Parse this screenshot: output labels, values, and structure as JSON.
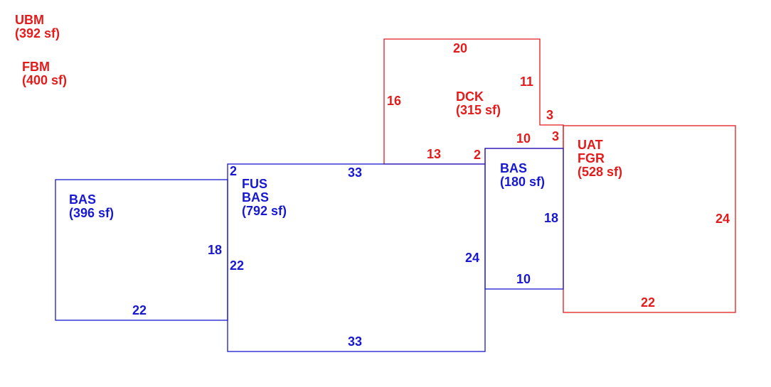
{
  "colors": {
    "red": "#e31b1b",
    "blue": "#1818d0",
    "background": "#ffffff"
  },
  "summary": {
    "ubm": {
      "code": "UBM",
      "area": "(392 sf)"
    },
    "fbm": {
      "code": "FBM",
      "area": "(400 sf)"
    }
  },
  "areas": {
    "bas_left": {
      "code": "BAS",
      "area": "(396 sf)"
    },
    "fus_bas": {
      "code1": "FUS",
      "code2": "BAS",
      "area": "(792 sf)"
    },
    "bas_small": {
      "code": "BAS",
      "area": "(180 sf)"
    },
    "dck": {
      "code": "DCK",
      "area": "(315 sf)"
    },
    "uat_fgr": {
      "code1": "UAT",
      "code2": "FGR",
      "area": "(528 sf)"
    }
  },
  "dimensions": {
    "bas_left_right": "18",
    "bas_left_bottom": "22",
    "fus_top": "33",
    "fus_left_top": "2",
    "fus_left": "22",
    "fus_right": "24",
    "fus_bottom": "33",
    "bas_small_right": "18",
    "bas_small_bottom": "10",
    "dck_top": "20",
    "dck_left": "16",
    "dck_right": "11",
    "dck_bottom": "13",
    "dck_bottom_right": "2",
    "dck_step_bottom": "10",
    "dck_step_right": "3",
    "uat_left_top": "3",
    "uat_right": "24",
    "uat_bottom": "22"
  }
}
